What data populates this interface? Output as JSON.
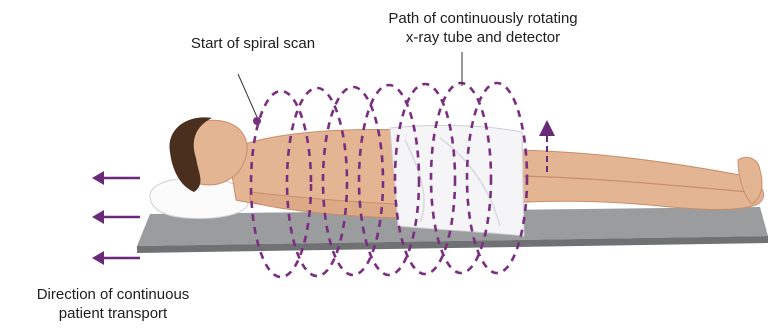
{
  "labels": {
    "spiral_start": "Start of spiral scan",
    "path_line1": "Path of continuously rotating",
    "path_line2": "x-ray tube and detector",
    "transport_line1": "Direction of continuous",
    "transport_line2": "patient transport"
  },
  "colors": {
    "spiral": "#7a2e80",
    "arrow": "#6a2a7a",
    "table_top": "#9a9c9e",
    "table_side": "#6f7173",
    "skin": "#e3b592",
    "skin_shade": "#c98e6c",
    "hair": "#4a2f1e",
    "drape": "#f5f5f7",
    "pillow": "#fbfbfb"
  },
  "icons": {
    "transport_arrow": "left-arrow-icon",
    "rotation_arrow": "up-arrow-icon"
  }
}
